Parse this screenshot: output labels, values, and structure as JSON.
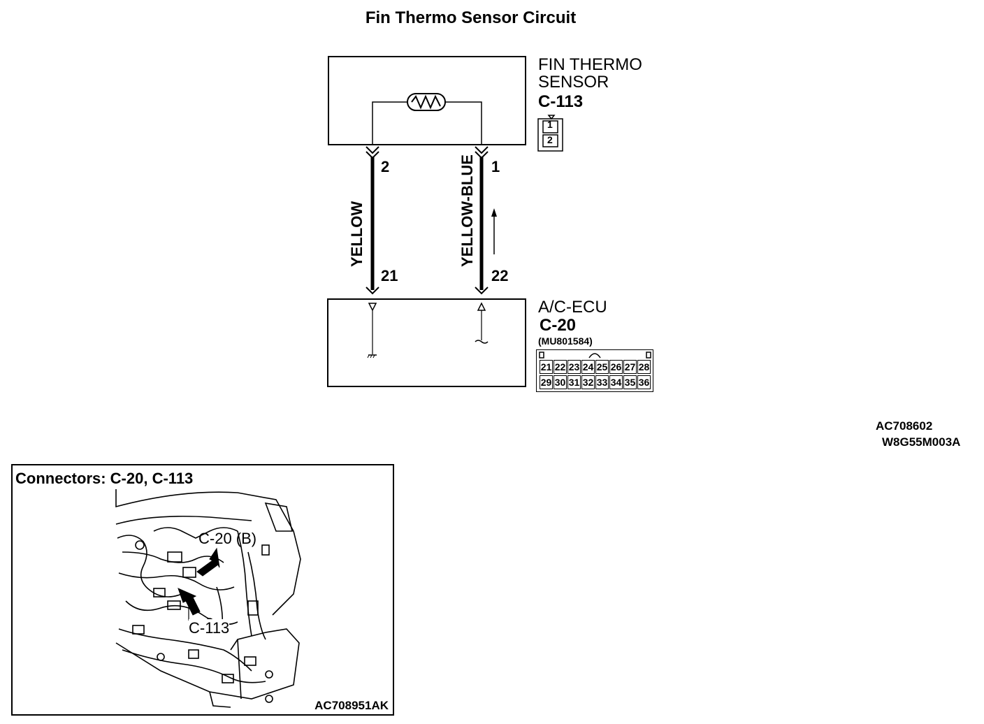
{
  "title": "Fin Thermo Sensor Circuit",
  "sensor": {
    "name_line1": "FIN THERMO",
    "name_line2": "SENSOR",
    "connector": "C-113",
    "pins": [
      "1",
      "2"
    ]
  },
  "ecu": {
    "name": "A/C-ECU",
    "connector": "C-20",
    "part_no": "(MU801584)",
    "pins_row1": [
      "21",
      "22",
      "23",
      "24",
      "25",
      "26",
      "27",
      "28"
    ],
    "pins_row2": [
      "29",
      "30",
      "31",
      "32",
      "33",
      "34",
      "35",
      "36"
    ]
  },
  "wires": [
    {
      "color_name": "YELLOW",
      "sensor_pin": "2",
      "ecu_pin": "21"
    },
    {
      "color_name": "YELLOW-BLUE",
      "sensor_pin": "1",
      "ecu_pin": "22"
    }
  ],
  "codes": {
    "figure": "AC708602",
    "drawing": "W8G55M003A"
  },
  "inset": {
    "title": "Connectors: C-20, C-113",
    "label_c20": "C-20 (B)",
    "label_c113": "C-113",
    "code": "AC708951AK"
  }
}
